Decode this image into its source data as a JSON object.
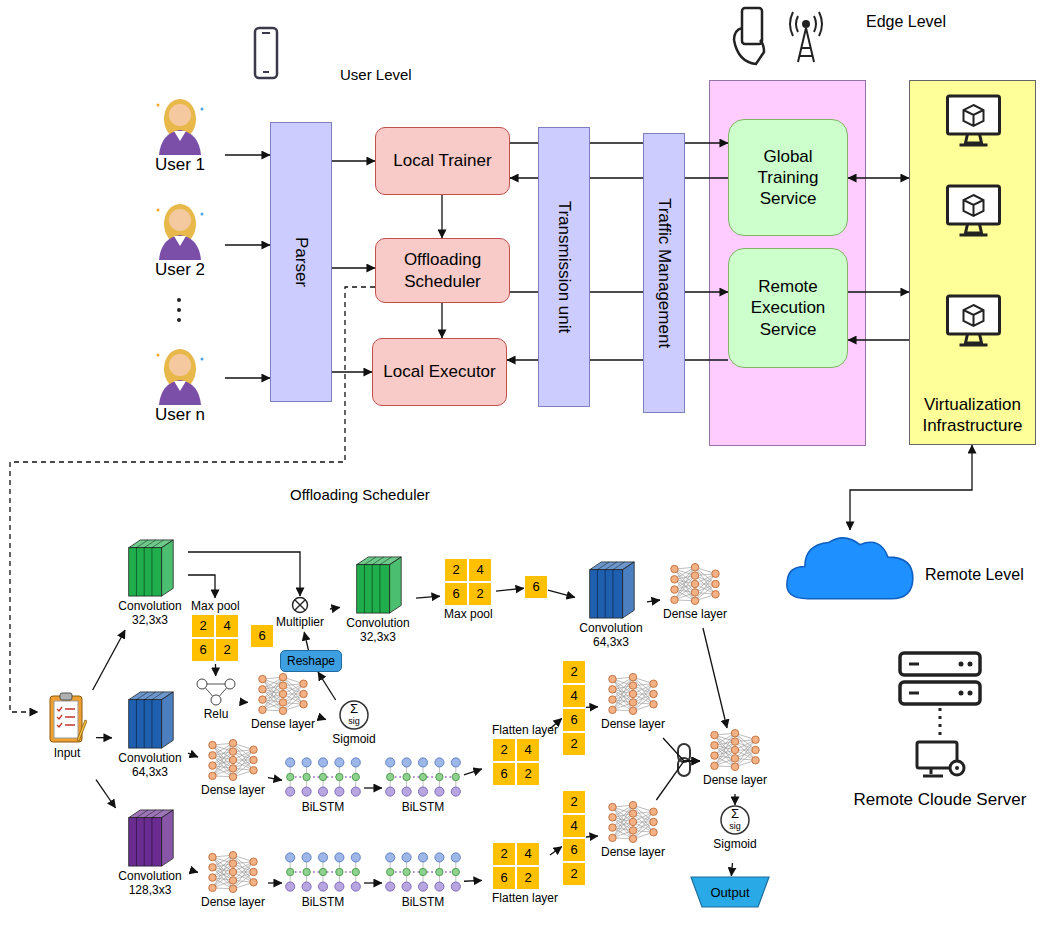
{
  "diagram": {
    "nodes": [
      {
        "text": [
          "User 1"
        ]
      },
      {
        "text": [
          "User 2"
        ]
      },
      {
        "text": [
          "User n"
        ]
      },
      {
        "text": [
          "Parser"
        ]
      },
      {
        "text": [
          "Local Trainer"
        ]
      },
      {
        "text": [
          "Offloading Scheduler"
        ]
      },
      {
        "text": [
          "Local Executor"
        ]
      },
      {
        "text": [
          "Transmission unit"
        ]
      },
      {
        "text": [
          "Traffic Management"
        ]
      },
      {
        "text": [
          "Edge Level"
        ]
      },
      {
        "text": [
          "Global Training Service"
        ],
        "in": 9
      },
      {
        "text": [
          "Remote Execution Service"
        ],
        "in": 9
      },
      {
        "text": [
          "Virtualization Infrastructure"
        ]
      },
      {
        "text": [
          "Remote Level"
        ]
      },
      {
        "text": [
          "Remote Cloude Server"
        ]
      },
      {
        "text": [
          "Input"
        ]
      },
      {
        "text": [
          "Convolution 32,3x3"
        ]
      },
      {
        "text": [
          "Max pool",
          "2",
          "4",
          "6",
          "2"
        ]
      },
      {
        "text": [
          "Relu"
        ]
      },
      {
        "text": [
          "Dense layer"
        ]
      },
      {
        "text": [
          "Σ",
          "sig",
          "Sigmoid"
        ]
      },
      {
        "text": [
          "Reshape"
        ]
      },
      {
        "text": [
          "6"
        ]
      },
      {
        "text": [
          "Multiplier"
        ]
      },
      {
        "text": [
          "Convolution 32,3x3"
        ]
      },
      {
        "text": [
          "2",
          "4",
          "6",
          "2",
          "Max pool"
        ]
      },
      {
        "text": [
          "6"
        ]
      },
      {
        "text": [
          "Convolution 64,3x3"
        ]
      },
      {
        "text": [
          "Dense layer"
        ]
      },
      {
        "text": [
          "Convolution 64,3x3"
        ]
      },
      {
        "text": [
          "Dense layer"
        ]
      },
      {
        "text": [
          "BiLSTM"
        ]
      },
      {
        "text": [
          "BiLSTM"
        ]
      },
      {
        "text": [
          "Flatten layer",
          "2",
          "4",
          "6",
          "2"
        ]
      },
      {
        "text": [
          "2",
          "4",
          "6",
          "2"
        ]
      },
      {
        "text": [
          "Dense layer"
        ]
      },
      {
        "text": [
          "Convolution 128,3x3"
        ]
      },
      {
        "text": [
          "Dense layer"
        ]
      },
      {
        "text": [
          "BiLSTM"
        ]
      },
      {
        "text": [
          "BiLSTM"
        ]
      },
      {
        "text": [
          "2",
          "4",
          "6",
          "2",
          "Flatten layer"
        ]
      },
      {
        "text": [
          "2",
          "4",
          "6",
          "2"
        ]
      },
      {
        "text": [
          "Dense layer"
        ]
      },
      {
        "text": [
          "Dense layer"
        ]
      },
      {
        "text": [
          "Σ",
          "sig",
          "Sigmoid"
        ]
      },
      {
        "text": [
          "Output"
        ]
      }
    ],
    "edges": [
      {
        "from": 0,
        "to": 3,
        "arrow": "to"
      },
      {
        "from": 1,
        "to": 3,
        "arrow": "to"
      },
      {
        "from": 2,
        "to": 3,
        "arrow": "to"
      },
      {
        "from": 3,
        "to": 4,
        "arrow": "to"
      },
      {
        "from": 3,
        "to": 5,
        "arrow": "to"
      },
      {
        "from": 3,
        "to": 6,
        "arrow": "to"
      },
      {
        "from": 4,
        "to": 5,
        "arrow": "to"
      },
      {
        "from": 5,
        "to": 6,
        "arrow": "to"
      },
      {
        "from": 4,
        "to": 10,
        "arrow": "to"
      },
      {
        "from": 10,
        "to": 4,
        "arrow": "to"
      },
      {
        "from": 5,
        "to": 11,
        "arrow": "to"
      },
      {
        "from": 11,
        "to": 6,
        "arrow": "to"
      },
      {
        "from": 10,
        "to": 12,
        "arrow": "both"
      },
      {
        "from": 11,
        "to": 12,
        "arrow": "to"
      },
      {
        "from": 12,
        "to": 11,
        "arrow": "to"
      },
      {
        "from": 12,
        "to": 13,
        "arrow": "both"
      },
      {
        "from": 5,
        "to": 15,
        "arrow": "to"
      },
      {
        "from": 15,
        "to": 16,
        "arrow": "to"
      },
      {
        "from": 15,
        "to": 29,
        "arrow": "to"
      },
      {
        "from": 15,
        "to": 36,
        "arrow": "to"
      },
      {
        "from": 16,
        "to": 17,
        "arrow": "to"
      },
      {
        "from": 16,
        "to": 23,
        "arrow": "to"
      },
      {
        "from": 17,
        "to": 18,
        "arrow": "to"
      },
      {
        "from": 18,
        "to": 19,
        "arrow": "to"
      },
      {
        "from": 19,
        "to": 20,
        "arrow": "to"
      },
      {
        "from": 20,
        "to": 21,
        "arrow": "to"
      },
      {
        "from": 21,
        "to": 23,
        "arrow": "to"
      },
      {
        "from": 23,
        "to": 24,
        "arrow": "to"
      },
      {
        "from": 24,
        "to": 25,
        "arrow": "to"
      },
      {
        "from": 25,
        "to": 26,
        "arrow": "to"
      },
      {
        "from": 26,
        "to": 27,
        "arrow": "to"
      },
      {
        "from": 27,
        "to": 28,
        "arrow": "to"
      },
      {
        "from": 28,
        "to": 43,
        "arrow": "to"
      },
      {
        "from": 29,
        "to": 30,
        "arrow": "to"
      },
      {
        "from": 30,
        "to": 31,
        "arrow": "to"
      },
      {
        "from": 31,
        "to": 32,
        "arrow": "to"
      },
      {
        "from": 32,
        "to": 33,
        "arrow": "to"
      },
      {
        "from": 33,
        "to": 34,
        "arrow": "to"
      },
      {
        "from": 34,
        "to": 35,
        "arrow": "to"
      },
      {
        "from": 35,
        "to": 43,
        "arrow": "to"
      },
      {
        "from": 36,
        "to": 37,
        "arrow": "to"
      },
      {
        "from": 37,
        "to": 38,
        "arrow": "to"
      },
      {
        "from": 38,
        "to": 39,
        "arrow": "to"
      },
      {
        "from": 39,
        "to": 40,
        "arrow": "to"
      },
      {
        "from": 40,
        "to": 41,
        "arrow": "to"
      },
      {
        "from": 41,
        "to": 42,
        "arrow": "to"
      },
      {
        "from": 42,
        "to": 43,
        "arrow": "to"
      },
      {
        "from": 43,
        "to": 44,
        "arrow": "to"
      },
      {
        "from": 44,
        "to": 45,
        "arrow": "to"
      }
    ],
    "labels": [
      "User Level",
      "Offloading Scheduler"
    ]
  }
}
